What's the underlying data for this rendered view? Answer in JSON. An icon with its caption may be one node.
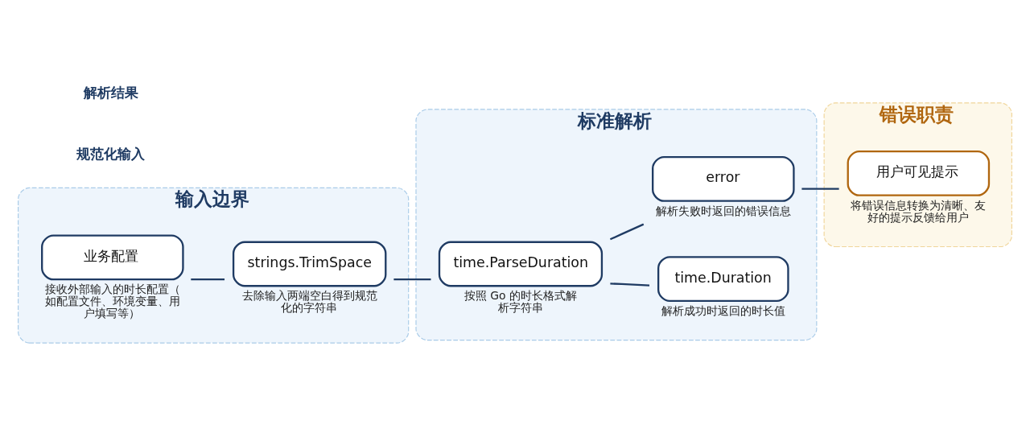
{
  "diagram": {
    "nodes": [
      {
        "text": [
          "输入边界"
        ]
      },
      {
        "text": [
          "业务配置"
        ],
        "in": 0,
        "beside": [
          "接收外部输入的时长配置（如配置文件、环境变量、用户填写等）"
        ]
      },
      {
        "text": [
          "strings.TrimSpace"
        ],
        "in": 0,
        "beside": [
          "去除输入两端空白得到规范化的字符串"
        ]
      },
      {
        "text": [
          "标准解析"
        ]
      },
      {
        "text": [
          "time.ParseDuration"
        ],
        "in": 3,
        "beside": [
          "按照 Go 的时长格式解析字符串"
        ]
      },
      {
        "text": [
          "time.Duration"
        ],
        "in": 3,
        "beside": [
          "解析成功时返回的时长值"
        ]
      },
      {
        "text": [
          "error"
        ],
        "in": 3,
        "beside": [
          "解析失败时返回的错误信息"
        ]
      },
      {
        "text": [
          "错误职责"
        ]
      },
      {
        "text": [
          "用户可见提示"
        ],
        "in": 7,
        "beside": [
          "将错误信息转换为清晰、友好的提示反馈给用户"
        ]
      }
    ],
    "edges": [
      {
        "from": 1,
        "to": 2,
        "arrow": "none"
      },
      {
        "from": 2,
        "to": 4,
        "arrow": "none"
      },
      {
        "from": 4,
        "to": 5,
        "arrow": "none"
      },
      {
        "from": 4,
        "to": 6,
        "arrow": "none"
      },
      {
        "from": 6,
        "to": 8,
        "arrow": "none"
      }
    ],
    "labels": [
      "规范化输入",
      "解析结果"
    ]
  }
}
